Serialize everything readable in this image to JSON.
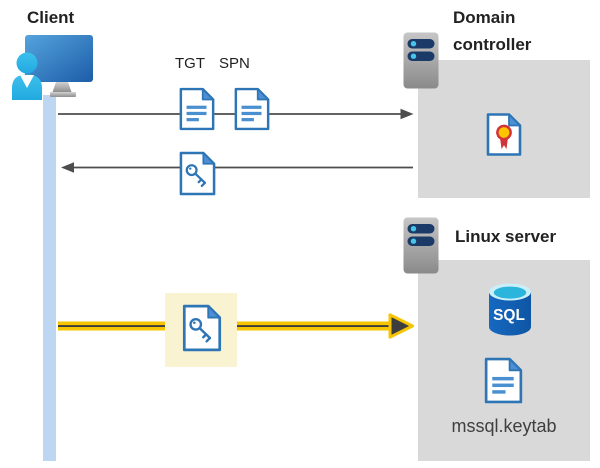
{
  "diagram": {
    "client": {
      "label": "Client"
    },
    "flows": {
      "tgt_label": "TGT",
      "spn_label": "SPN"
    },
    "domain_controller": {
      "label": "Domain controller"
    },
    "linux_server": {
      "label": "Linux server",
      "sql_badge": "SQL",
      "keytab_caption": "mssql.keytab"
    },
    "icons": {
      "client": "user-at-computer-icon",
      "client_timeline": "timeline-bar",
      "domain_controller": "server-icon",
      "linux_server": "server-icon",
      "tgt": "document-icon",
      "spn": "document-icon",
      "service_ticket": "key-document-icon",
      "highlighted_ticket": "key-document-icon",
      "certificate": "certificate-document-icon",
      "sql_database": "sql-database-icon",
      "keytab_file": "document-icon",
      "request_arrow": "right-arrow",
      "response_arrow": "left-arrow",
      "kerberos_arrow": "yellow-right-arrow"
    },
    "colors": {
      "doc_border_blue": "#2E75B6",
      "doc_fold_blue": "#4C8FD6",
      "doc_line_blue": "#4A90D0",
      "client_cyan": "#2EB6E7",
      "timeline_blue": "#BDD7F2",
      "box_gray": "#D9D9D9",
      "server_navy": "#1B3A68",
      "server_dot_cyan": "#45C6E8",
      "arrow_gray": "#4D4D4D",
      "kerberos_yellow": "#F6C500",
      "highlight_yellow": "#FAF3D2",
      "sql_body_blue": "#1263B8",
      "sql_top_cyan": "#2CB5DC",
      "cert_red": "#D13438",
      "cert_gold": "#FFC400"
    }
  }
}
